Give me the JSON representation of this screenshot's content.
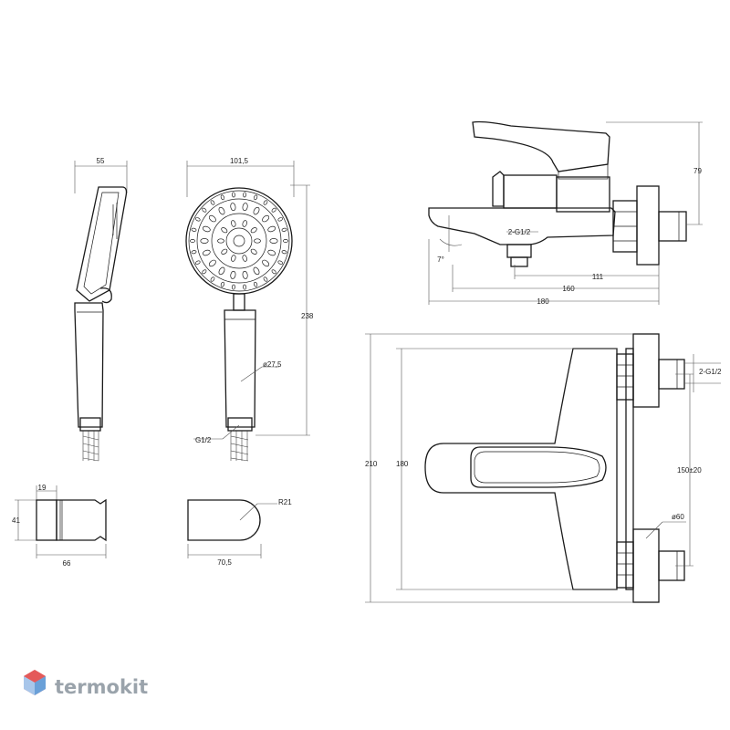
{
  "dimensions": {
    "handshower_side_width": "55",
    "handshower_front_width": "101,5",
    "handshower_height": "238",
    "handle_diameter": "ø27,5",
    "hose_thread": "G1/2",
    "holder_width": "19",
    "holder_height": "41",
    "holder_depth": "66",
    "holder_cap_radius": "R21",
    "holder_cap_length": "70,5",
    "mixer_height": "79",
    "outlet_thread": "2-G1/2",
    "spout_angle": "7°",
    "mixer_depth_111": "111",
    "mixer_depth_160": "160",
    "mixer_depth_180": "180",
    "mixer_width_210": "210",
    "mixer_width_180": "180",
    "inlet_thread": "2-G1/2",
    "inlet_spacing": "150±20",
    "escutcheon_diameter": "ø60"
  },
  "brand": {
    "name": "termokit",
    "logo": "termokit-hex-logo",
    "color": "#9aa3ab",
    "logo_colors": [
      "#e45a5a",
      "#f08a8a",
      "#6aa0d8",
      "#a8c6ea"
    ]
  }
}
